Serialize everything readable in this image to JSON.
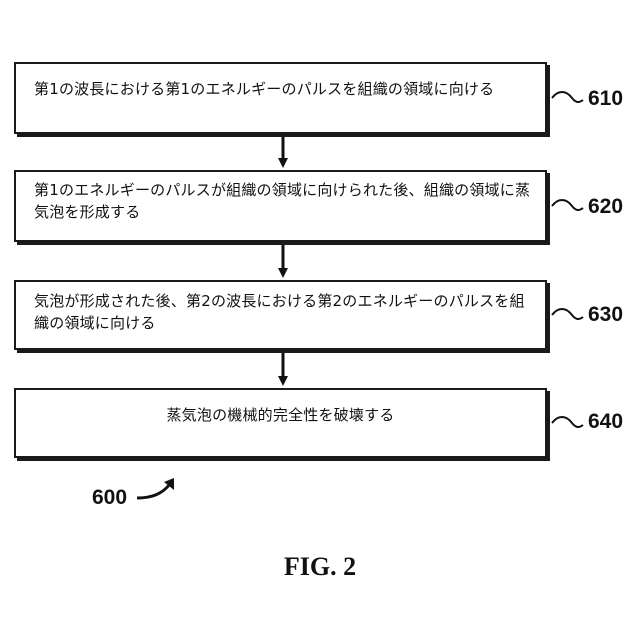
{
  "steps": [
    {
      "id": "610",
      "text": "第1の波長における第1のエネルギーのパルスを組織の領域に向ける"
    },
    {
      "id": "620",
      "text": "第1のエネルギーのパルスが組織の領域に向けられた後、組織の領域に蒸気泡を形成する"
    },
    {
      "id": "630",
      "text": "気泡が形成された後、第2の波長における第2のエネルギーのパルスを組織の領域に向ける"
    },
    {
      "id": "640",
      "text": "蒸気泡の機械的完全性を破壊する"
    }
  ],
  "figure_ref": "600",
  "caption": "FIG. 2"
}
